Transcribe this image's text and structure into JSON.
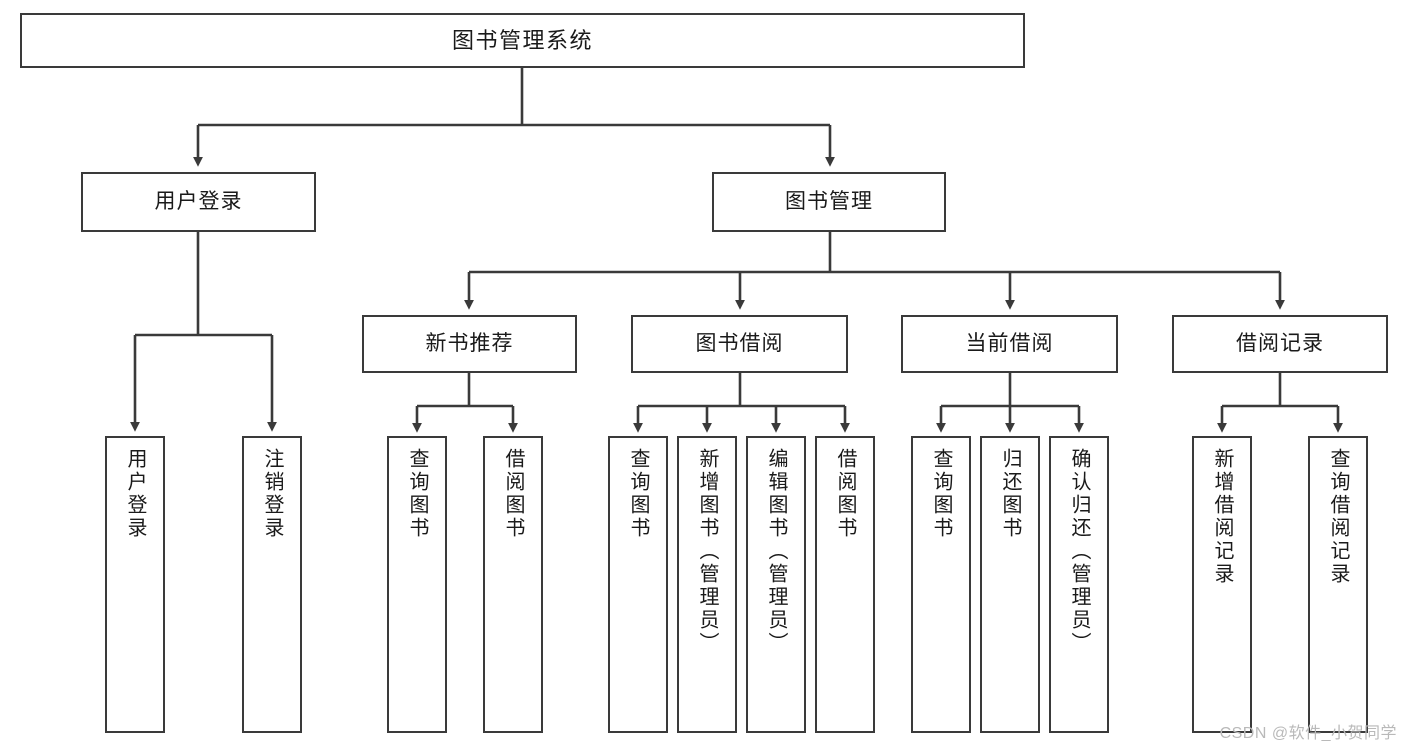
{
  "diagram": {
    "title": "图书管理系统",
    "watermark": "CSDN @软件_小贺同学",
    "colors": {
      "background": "#ffffff",
      "stroke": "#3a3a3a",
      "text": "#1a1a1a",
      "watermark": "#b9b9b9"
    },
    "root": {
      "label": "图书管理系统"
    },
    "level2": [
      {
        "label": "用户登录"
      },
      {
        "label": "图书管理"
      }
    ],
    "level3": [
      {
        "label": "新书推荐"
      },
      {
        "label": "图书借阅"
      },
      {
        "label": "当前借阅"
      },
      {
        "label": "借阅记录"
      }
    ],
    "leaves": {
      "user_login": [
        {
          "label": "用户登录"
        },
        {
          "label": "注销登录"
        }
      ],
      "new_book_recommend": [
        {
          "label": "查询图书"
        },
        {
          "label": "借阅图书"
        }
      ],
      "book_borrow": [
        {
          "label": "查询图书"
        },
        {
          "label": "新增图书（管理员）"
        },
        {
          "label": "编辑图书（管理员）"
        },
        {
          "label": "借阅图书"
        }
      ],
      "current_borrow": [
        {
          "label": "查询图书"
        },
        {
          "label": "归还图书"
        },
        {
          "label": "确认归还（管理员）"
        }
      ],
      "borrow_record": [
        {
          "label": "新增借阅记录"
        },
        {
          "label": "查询借阅记录"
        }
      ]
    }
  }
}
